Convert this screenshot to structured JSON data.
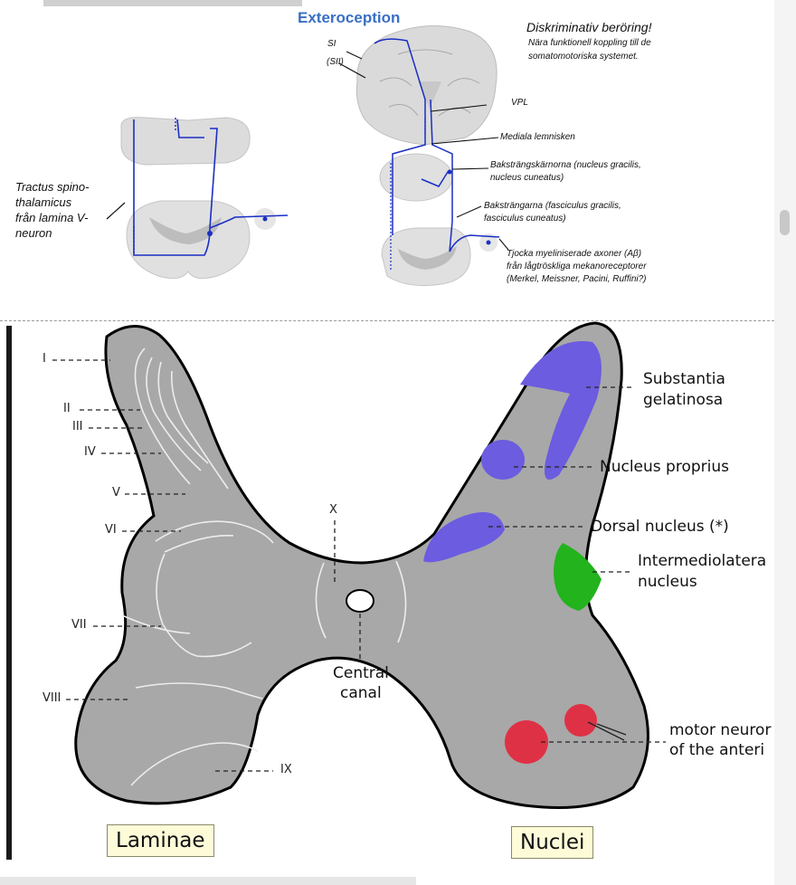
{
  "top": {
    "title": "Exteroception",
    "discriminative_title": "Diskriminativ beröring!",
    "discriminative_text_1": "Nära funktionell koppling till de",
    "discriminative_text_2": "somatomotoriska systemet.",
    "si": "SI",
    "sii": "(SII)",
    "vpl": "VPL",
    "medial_lemniscus": "Mediala lemnisken",
    "nuclei_1": "Baksträngskärnorna (nucleus gracilis,",
    "nuclei_2": "nucleus cuneatus)",
    "columns_1": "Baksträngarna (fasciculus gracilis,",
    "columns_2": "fasciculus cuneatus)",
    "axons_1": "Tjocka myeliniserade axoner (Aβ)",
    "axons_2": "från lågtröskliga mekanoreceptorer",
    "axons_3": "(Merkel, Meissner, Pacini, Ruffini?)",
    "tract_1": "Tractus spino-",
    "tract_2": "thalamicus",
    "tract_3": "från lamina V-",
    "tract_4": "neuron"
  },
  "diagram": {
    "laminae": [
      "I",
      "II",
      "III",
      "IV",
      "V",
      "VI",
      "VII",
      "VIII",
      "IX",
      "X"
    ],
    "substantia_1": "Substantia",
    "substantia_2": "gelatinosa",
    "nucleus_proprius": "Nucleus proprius",
    "dorsal_nucleus": "Dorsal nucleus (*)",
    "intermedio_1": "Intermediolatera",
    "intermedio_2": "nucleus",
    "central_1": "Central",
    "central_2": "canal",
    "motor_1": "motor neuror",
    "motor_2": "of the anteri",
    "laminae_box": "Laminae",
    "nuclei_box": "Nuclei"
  },
  "colors": {
    "grey_matter": "#a8a8a8",
    "nucleus_blue": "#6b5ce0",
    "nucleus_green": "#22b31d",
    "nucleus_red": "#df3145",
    "pathway_blue": "#1a2fc4",
    "heading_blue": "#3a6fc4"
  }
}
